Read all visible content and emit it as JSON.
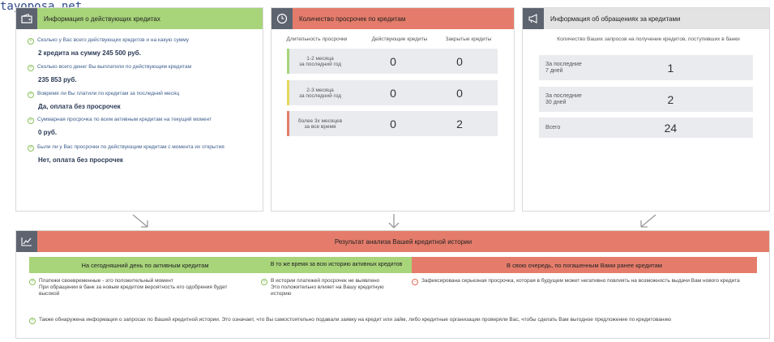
{
  "watermark": "tayoposa.net",
  "active_credits": {
    "title": "Информация о действующих кредитах",
    "items": [
      {
        "question": "Сколько у Вас всего действующих кредитов и на какую сумму",
        "answer": "2 кредита на сумму 245 500 руб."
      },
      {
        "question": "Сколько всего денег Вы выплатили по действующим кредитам",
        "answer": "235 853 руб."
      },
      {
        "question": "Вовремя ли Вы платили по кредитам за последний месяц",
        "answer": "Да, оплата без просрочек"
      },
      {
        "question": "Суммарная просрочка по всем активным кредитам на текущий момент",
        "answer": "0 руб."
      },
      {
        "question": "Были ли у Вас просрочки по действующим кредитам с момента их открытия",
        "answer": "Нет, оплата без просрочек"
      }
    ]
  },
  "overdue": {
    "title": "Количество просрочек по кредитам",
    "col_duration": "Длительность просрочки",
    "col_active": "Действующие кредиты",
    "col_closed": "Закрытые кредиты",
    "rows": [
      {
        "label_1": "1-2 месяца",
        "label_2": "за последний год",
        "active": "0",
        "closed": "0",
        "color": "#a8d47a"
      },
      {
        "label_1": "2-3 месяца",
        "label_2": "за последний год",
        "active": "0",
        "closed": "0",
        "color": "#e6d75a"
      },
      {
        "label_1": "более 3х месяцев",
        "label_2": "за все время",
        "active": "0",
        "closed": "2",
        "color": "#e57c6b"
      }
    ]
  },
  "requests": {
    "title": "Информация об обращениях за кредитами",
    "subtitle": "Количество Ваших запросов на получение кредитов, поступивших в банки",
    "rows": [
      {
        "label_1": "За последние",
        "label_2": "7 дней",
        "value": "1"
      },
      {
        "label_1": "За последние",
        "label_2": "30 дней",
        "value": "2"
      },
      {
        "label_1": "Всего",
        "label_2": "",
        "value": "24"
      }
    ]
  },
  "result": {
    "title": "Результат анализа Вашей кредитной истории",
    "col1_title": "На сегодняшний день по активным кредитам",
    "col2_title": "В то же время за всю историю активных кредитов",
    "col3_title": "В свою очередь, по погашенным Вами ранее кредитам",
    "col1_text_1": "Платежи своевременные - это положительный момент",
    "col1_text_2": "При обращении в банк за новым кредитом вероятность его одобрения будет высокой",
    "col2_text_1": "В истории платежей просрочек не выявлено",
    "col2_text_2": "Это положительно влияет на Вашу кредитную историю",
    "col3_text": "Зафиксирована серьезная просрочка, которая в будущем может негативно повлиять на возможность выдачи Вам нового кредита",
    "footer_text": "Также обнаружена информация о запросах по Вашей кредитной истории. Это означает, что Вы самостоятельно подавали заявку на кредит или займ, либо кредитные организации проверяли Вас, чтобы сделать Вам выгодное предложение по кредитованию"
  },
  "colors": {
    "green": "#a8d47a",
    "red": "#e57c6b",
    "gray": "#e3e3e3",
    "icon_bg": "#5d6470"
  }
}
